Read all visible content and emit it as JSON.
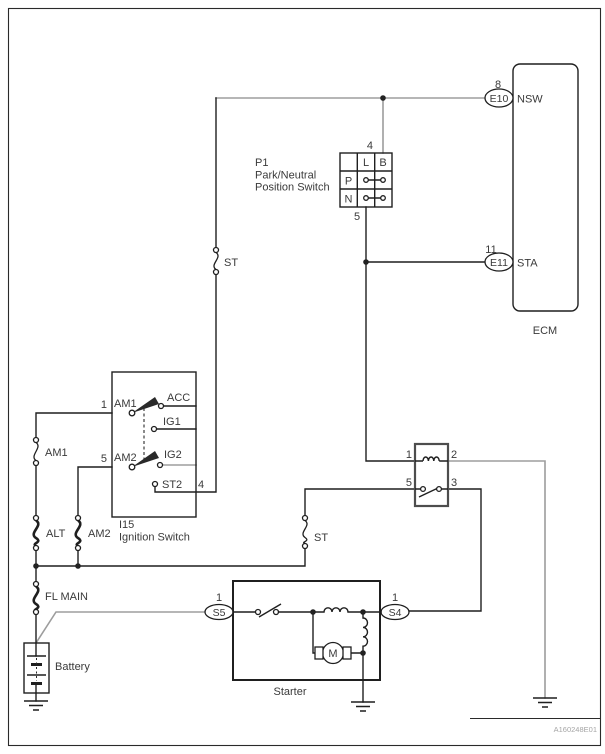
{
  "colors": {
    "wire_black": "#1f1f1f",
    "wire_gray": "#9d9d9d",
    "text": "#3a3a3a",
    "code_text": "#a5a5a5"
  },
  "code": "A160248E01",
  "ecm": {
    "label": "ECM",
    "nsw_pin": "8",
    "nsw_connector": "E10",
    "nsw_signal": "NSW",
    "sta_pin": "11",
    "sta_connector": "E11",
    "sta_signal": "STA"
  },
  "pnp": {
    "id": "P1",
    "name1": "Park/Neutral",
    "name2": "Position Switch",
    "col_l": "L",
    "col_b": "B",
    "row_p": "P",
    "row_n": "N",
    "pin_top": "4",
    "pin_bottom": "5"
  },
  "ignition": {
    "id": "I15",
    "name": "Ignition Switch",
    "pin_am1": "1",
    "pin_am2": "5",
    "pin_st2": "4",
    "am1": "AM1",
    "acc": "ACC",
    "ig1": "IG1",
    "am2": "AM2",
    "ig2": "IG2",
    "st2": "ST2"
  },
  "fuses": {
    "st_upper": "ST",
    "st_lower": "ST",
    "am1": "AM1",
    "alt": "ALT",
    "am2": "AM2",
    "fl_main": "FL MAIN"
  },
  "relay": {
    "pin1": "1",
    "pin2": "2",
    "pin3": "3",
    "pin5": "5"
  },
  "starter": {
    "label": "Starter",
    "s5_pin": "1",
    "s5": "S5",
    "s4_pin": "1",
    "s4": "S4",
    "motor": "M"
  },
  "battery": {
    "label": "Battery"
  }
}
